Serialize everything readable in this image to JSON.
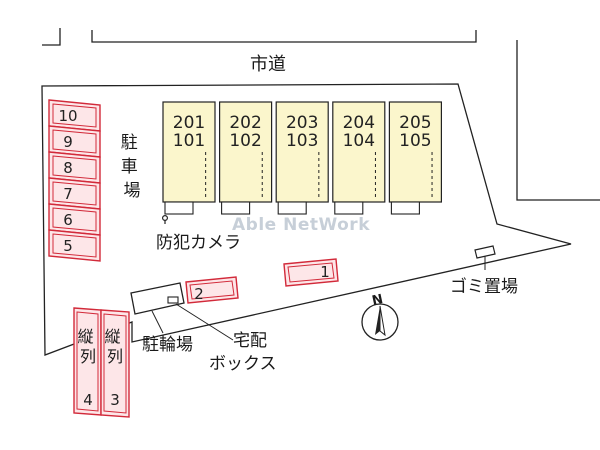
{
  "road_label": "市道",
  "parking_label": "駐\n車\n場",
  "camera_label": "防犯カメラ",
  "watermark": "Able NetWork",
  "garbage_label": "ゴミ置場",
  "bike_label": "駐輪場",
  "delivery_label": "宅配\nボックス",
  "north_label": "N",
  "units": [
    {
      "upper": "201",
      "lower": "101"
    },
    {
      "upper": "202",
      "lower": "102"
    },
    {
      "upper": "203",
      "lower": "103"
    },
    {
      "upper": "204",
      "lower": "104"
    },
    {
      "upper": "205",
      "lower": "105"
    }
  ],
  "left_slots": [
    "10",
    "9",
    "8",
    "7",
    "6",
    "5"
  ],
  "center_slots": [
    "2",
    "1"
  ],
  "vertical_slots": [
    {
      "text": "縦\n列",
      "number": "4"
    },
    {
      "text": "縦\n列",
      "number": "3"
    }
  ],
  "colors": {
    "building": "#fbf6cc",
    "parking_border": "#d22a3a",
    "parking_fill": "#fde6e8",
    "line": "#222222",
    "watermark": "#c7cfd8"
  }
}
